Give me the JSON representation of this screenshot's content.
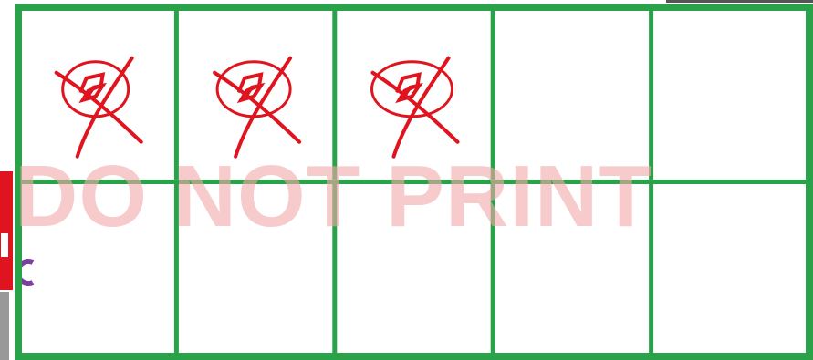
{
  "watermark": {
    "text": "DO NOT PRINT"
  },
  "ten_frame": {
    "rows": 2,
    "columns": 5,
    "border_color": "#2aa24a",
    "filled_cells": 3,
    "crossed_out_counters": 3,
    "counter_color": "#e0141e",
    "counter_icon": "crossed-out-circle-icon"
  },
  "colors": {
    "grid": "#2aa24a",
    "counter": "#e0141e",
    "watermark": "#f2a9a9",
    "accent_purple": "#7b3fa0"
  }
}
